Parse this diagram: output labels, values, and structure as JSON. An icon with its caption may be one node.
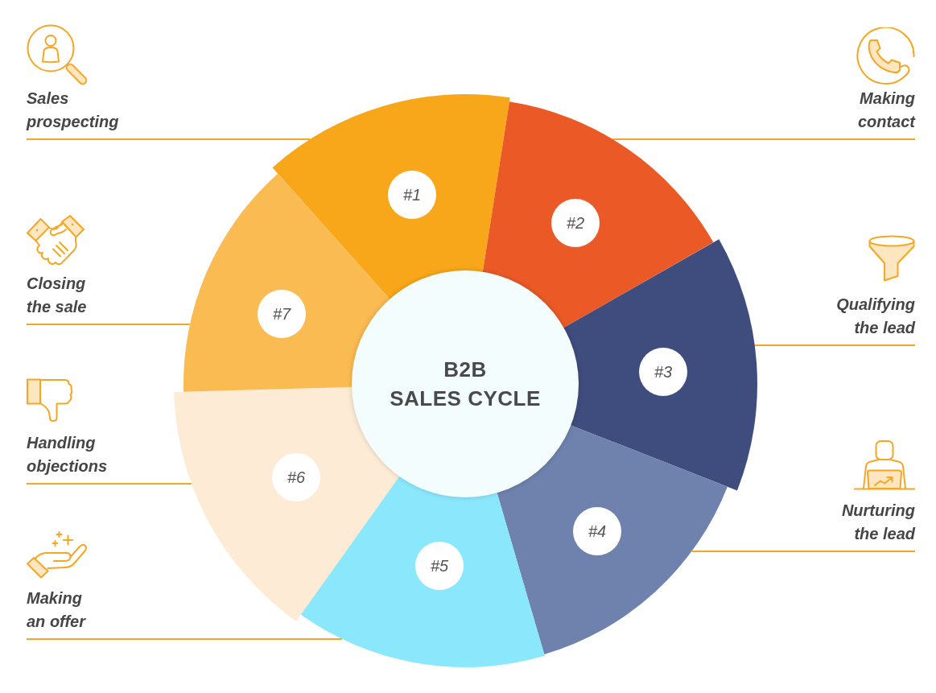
{
  "diagram": {
    "nodes": [
      {
        "text": [
          "B2B SALES CYCLE"
        ]
      },
      {
        "text": [
          "#1"
        ]
      },
      {
        "text": [
          "#2"
        ]
      },
      {
        "text": [
          "#3"
        ]
      },
      {
        "text": [
          "#4"
        ]
      },
      {
        "text": [
          "#5"
        ]
      },
      {
        "text": [
          "#6"
        ]
      },
      {
        "text": [
          "#7"
        ]
      },
      {
        "text": [
          "Sales prospecting"
        ]
      },
      {
        "text": [
          "Making contact"
        ]
      },
      {
        "text": [
          "Qualifying the lead"
        ]
      },
      {
        "text": [
          "Nurturing the lead"
        ]
      },
      {
        "text": [
          "Making an offer"
        ]
      },
      {
        "text": [
          "Handling objections"
        ]
      },
      {
        "text": [
          "Closing the sale"
        ]
      }
    ],
    "edges": [
      {
        "from": 8,
        "to": 1,
        "arrow": "none"
      },
      {
        "from": 9,
        "to": 2,
        "arrow": "none"
      },
      {
        "from": 10,
        "to": 3,
        "arrow": "none"
      },
      {
        "from": 11,
        "to": 4,
        "arrow": "none"
      },
      {
        "from": 12,
        "to": 5,
        "arrow": "none"
      },
      {
        "from": 13,
        "to": 6,
        "arrow": "none"
      },
      {
        "from": 14,
        "to": 7,
        "arrow": "none"
      }
    ]
  }
}
